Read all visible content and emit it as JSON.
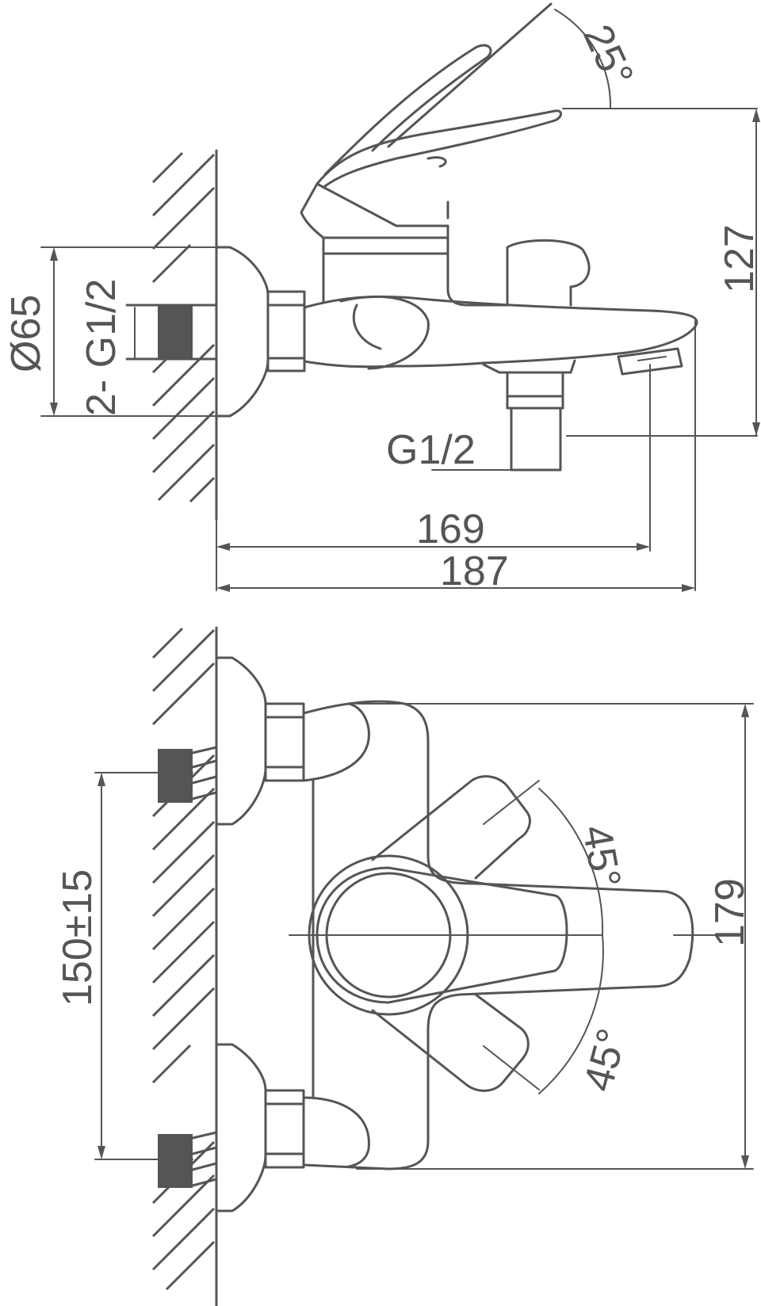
{
  "colors": {
    "line": "#555555",
    "background": "#ffffff"
  },
  "side_view": {
    "angle_label": "25°",
    "height_label": "127",
    "flange_diameter_label": "Ø65",
    "inlet_thread_label": "2- G1/2",
    "outlet_thread_label": "G1/2",
    "length_label_1": "169",
    "length_label_2": "187"
  },
  "top_view": {
    "inlet_spacing_label": "150±15",
    "depth_label": "179",
    "angle_upper_label": "45°",
    "angle_lower_label": "45°"
  }
}
